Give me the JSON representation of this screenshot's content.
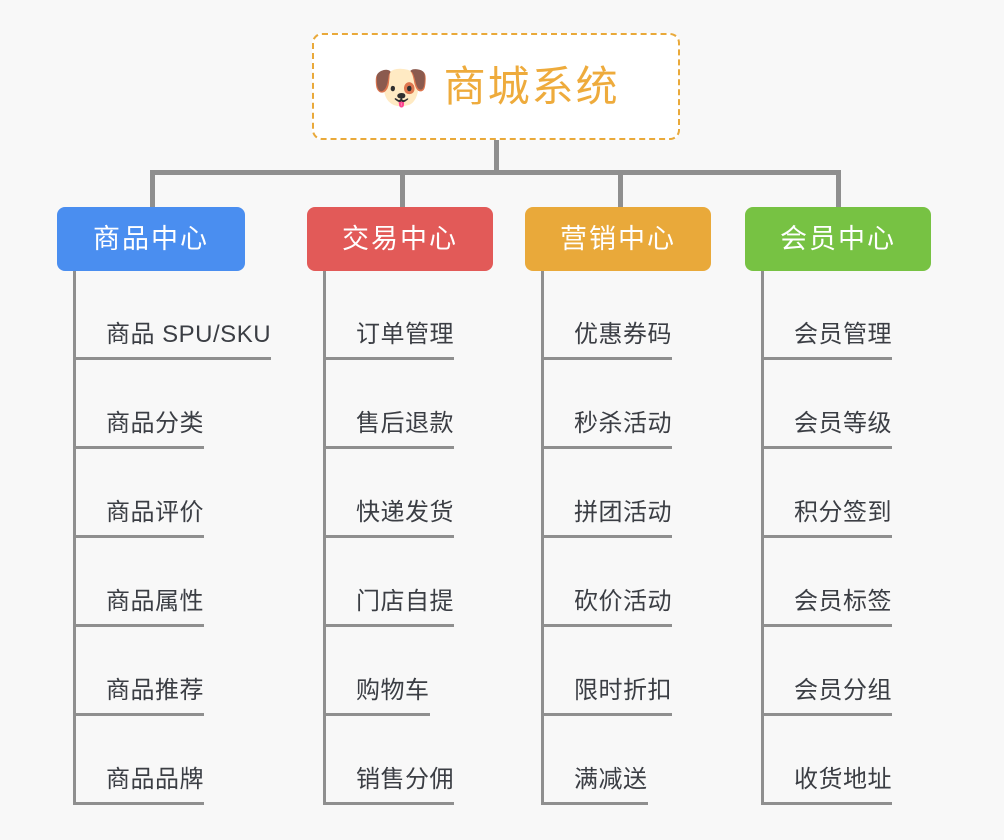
{
  "root": {
    "icon": "shiba-dog-face-icon",
    "icon_glyph": "🐶",
    "title": "商城系统",
    "border_color": "#e9a93a",
    "text_color": "#eeab3c"
  },
  "canvas": {
    "background": "#f8f8f8",
    "connector_color": "#8f8f8f"
  },
  "categories": [
    {
      "label": "商品中心",
      "color": "#4a8ef0",
      "items": [
        "商品 SPU/SKU",
        "商品分类",
        "商品评价",
        "商品属性",
        "商品推荐",
        "商品品牌"
      ]
    },
    {
      "label": "交易中心",
      "color": "#e25a58",
      "items": [
        "订单管理",
        "售后退款",
        "快递发货",
        "门店自提",
        "购物车",
        "销售分佣"
      ]
    },
    {
      "label": "营销中心",
      "color": "#e9a93a",
      "items": [
        "优惠券码",
        "秒杀活动",
        "拼团活动",
        "砍价活动",
        "限时折扣",
        "满减送"
      ]
    },
    {
      "label": "会员中心",
      "color": "#77c243",
      "items": [
        "会员管理",
        "会员等级",
        "积分签到",
        "会员标签",
        "会员分组",
        "收货地址"
      ]
    }
  ]
}
